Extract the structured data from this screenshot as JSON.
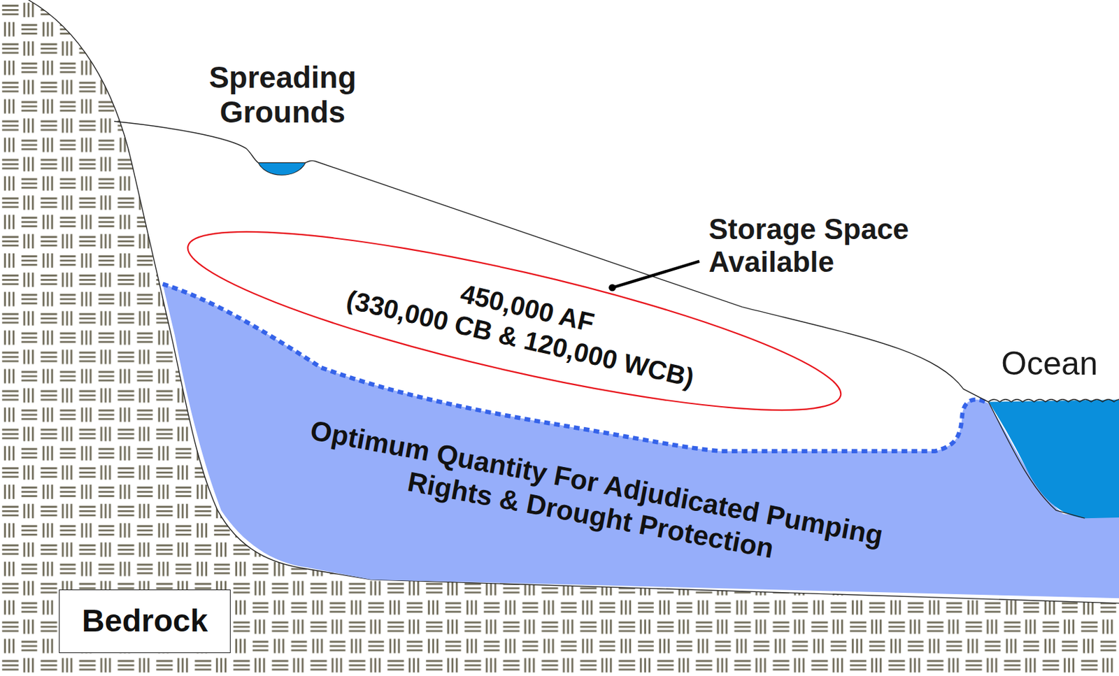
{
  "diagram": {
    "nodes": [
      {
        "text": [
          "450,000 AF",
          "(330,000 CB & 120,000 WCB)"
        ]
      },
      {
        "text": [
          "Optimum Quantity For Adjudicated Pumping Rights & Drought Protection"
        ]
      },
      {
        "text": [
          "Bedrock"
        ]
      }
    ],
    "labels": [
      "Spreading Grounds",
      "Storage Space Available",
      "Ocean"
    ]
  }
}
